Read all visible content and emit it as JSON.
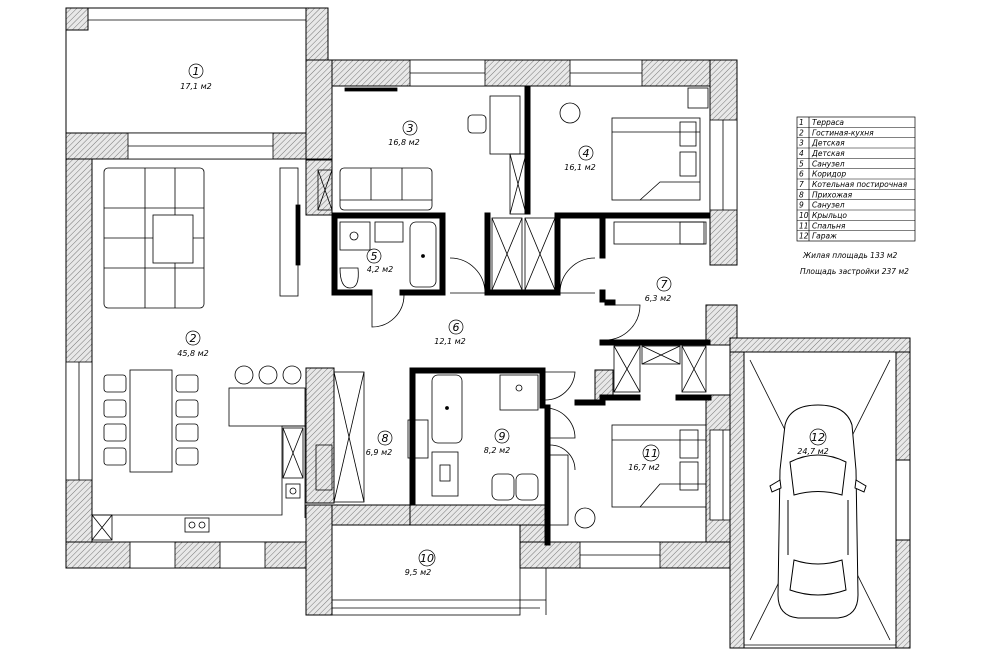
{
  "rooms": [
    {
      "num": "1",
      "area": "17,1 м2"
    },
    {
      "num": "2",
      "area": "45,8 м2"
    },
    {
      "num": "3",
      "area": "16,8 м2"
    },
    {
      "num": "4",
      "area": "16,1 м2"
    },
    {
      "num": "5",
      "area": "4,2 м2"
    },
    {
      "num": "6",
      "area": "12,1 м2"
    },
    {
      "num": "7",
      "area": "6,3 м2"
    },
    {
      "num": "8",
      "area": "6,9 м2"
    },
    {
      "num": "9",
      "area": "8,2 м2"
    },
    {
      "num": "10",
      "area": "9,5 м2"
    },
    {
      "num": "11",
      "area": "16,7 м2"
    },
    {
      "num": "12",
      "area": "24,7 м2"
    }
  ],
  "legend": [
    {
      "n": "1",
      "name": "Терраса"
    },
    {
      "n": "2",
      "name": "Гостиная-кухня"
    },
    {
      "n": "3",
      "name": "Детская"
    },
    {
      "n": "4",
      "name": "Детская"
    },
    {
      "n": "5",
      "name": "Санузел"
    },
    {
      "n": "6",
      "name": "Коридор"
    },
    {
      "n": "7",
      "name": "Котельная постирочная"
    },
    {
      "n": "8",
      "name": "Прихожая"
    },
    {
      "n": "9",
      "name": "Санузел"
    },
    {
      "n": "10",
      "name": "Крыльцо"
    },
    {
      "n": "11",
      "name": "Спальня"
    },
    {
      "n": "12",
      "name": "Гараж"
    }
  ],
  "summary": {
    "living_area": "Жилая площадь 133 м2",
    "built_area": "Площадь застройки 237 м2"
  }
}
